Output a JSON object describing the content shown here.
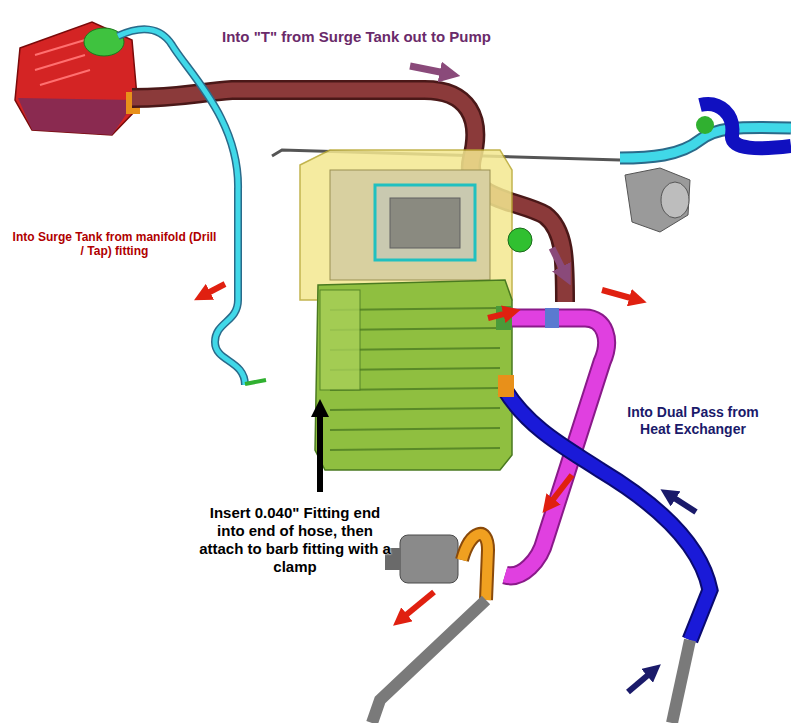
{
  "diagram": {
    "labels": [
      "Into \"T\" from Surge Tank out to Pump",
      "Into Surge Tank from manifold (Drill / Tap) fitting",
      "Insert 0.040\" Fitting end into end of hose, then attach to barb fitting with a clamp",
      "Into Dual Pass from Heat Exchanger"
    ]
  }
}
